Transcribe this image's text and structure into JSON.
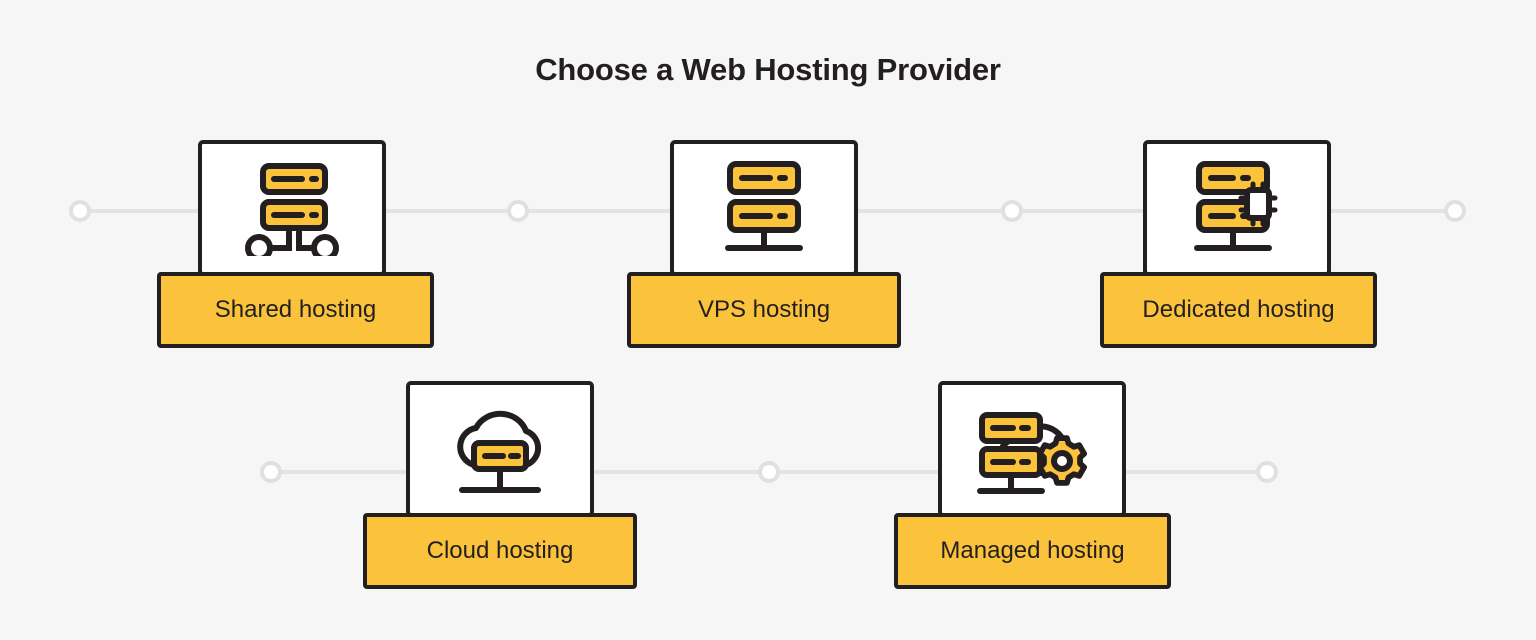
{
  "page": {
    "title": "Choose a Web Hosting Provider",
    "background_color": "#f6f6f6",
    "accent_color": "#fbc33c",
    "outline_color": "#231f20",
    "rail_color": "#e3e3e3",
    "card_fill_color": "#ffffff"
  },
  "chart_data": {
    "type": "diagram",
    "title": "Choose a Web Hosting Provider",
    "layout": "two-row horizontal connector rails with icon cards",
    "categories": [
      "Shared hosting",
      "VPS hosting",
      "Dedicated hosting",
      "Cloud hosting",
      "Managed hosting"
    ],
    "rows": [
      {
        "row": 1,
        "node_count": 3,
        "items": [
          "Shared hosting",
          "VPS hosting",
          "Dedicated hosting"
        ]
      },
      {
        "row": 2,
        "node_count": 3,
        "items": [
          "Cloud hosting",
          "Managed hosting"
        ]
      }
    ]
  },
  "cards": [
    {
      "id": "shared",
      "label": "Shared hosting",
      "icon": "servers-network-nodes-icon",
      "row": 1
    },
    {
      "id": "vps",
      "label": "VPS hosting",
      "icon": "servers-stand-icon",
      "row": 1
    },
    {
      "id": "dedicated",
      "label": "Dedicated hosting",
      "icon": "servers-cpu-chip-icon",
      "row": 1
    },
    {
      "id": "cloud",
      "label": "Cloud hosting",
      "icon": "cloud-server-icon",
      "row": 2
    },
    {
      "id": "managed",
      "label": "Managed hosting",
      "icon": "servers-cloud-gear-icon",
      "row": 2
    }
  ],
  "nodes": {
    "row1": [
      "node-left",
      "node-middle",
      "node-right"
    ],
    "row2": [
      "node-left",
      "node-middle",
      "node-right"
    ]
  }
}
